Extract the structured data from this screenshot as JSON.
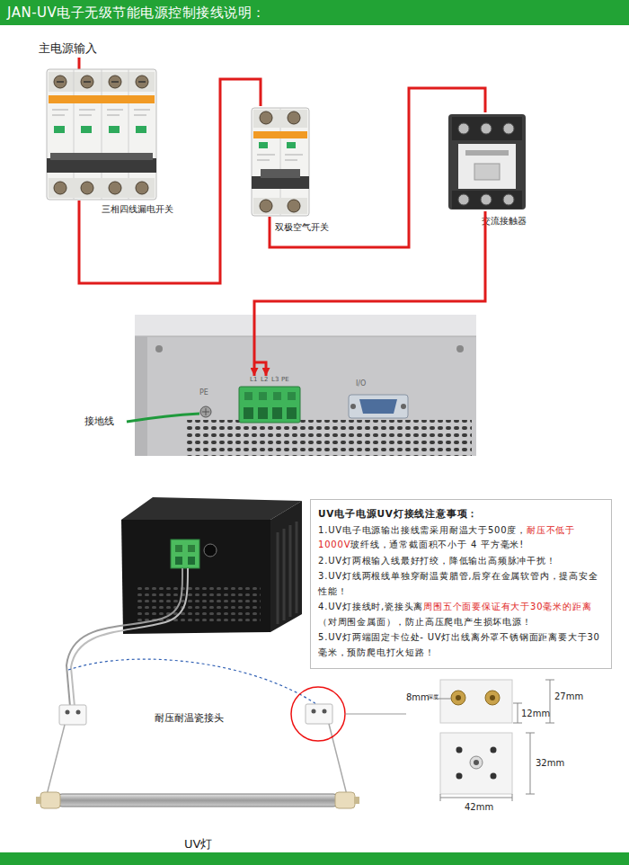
{
  "diagram": {
    "title": "JAN-UV电子无级节能电源控制接线说明：",
    "nodes": [
      {
        "text": [
          "三相四线漏电开关"
        ]
      },
      {
        "text": [
          "双极空气开关"
        ]
      },
      {
        "text": [
          "交流接触器"
        ]
      },
      {
        "text": [
          "L1",
          "L2",
          "L3",
          "PE"
        ]
      },
      {
        "text": [
          "UV电子电源UV灯接线注意事项：",
          "1.UV电子电源输出接线需采用耐温大于500度，",
          "耐压不低于1000V",
          "玻纤线，通常截面积不小于 4 平方毫米!",
          "2.UV灯两根输入线最好打绞，降低输出高频脉冲干扰！",
          "3.UV灯线两根线单独穿耐温黄腊管,后穿在金属软管内，提高安全性能！",
          "4.UV灯接线时,瓷接头离",
          "周围五个面要保证有大于30毫米的距离",
          "（对周围金属面），防止高压爬电产生损坏电源！",
          "5.UV灯两端固定卡位处- UV灯出线离外罩不锈钢面距离要大于30毫米，预防爬电打火短路！"
        ]
      },
      {
        "text": [
          "UV灯"
        ]
      }
    ],
    "edges": [
      {
        "from": 0,
        "to": 1,
        "arrow": "none"
      },
      {
        "from": 1,
        "to": 2,
        "arrow": "none"
      },
      {
        "from": 2,
        "to": 3,
        "arrow": "to"
      }
    ],
    "labels": [
      "主电源输入",
      "PE",
      "I/O",
      "接地线",
      "耐压耐温瓷接头",
      "8mm",
      "深度",
      "27mm",
      "12mm",
      "32mm",
      "42mm"
    ]
  }
}
